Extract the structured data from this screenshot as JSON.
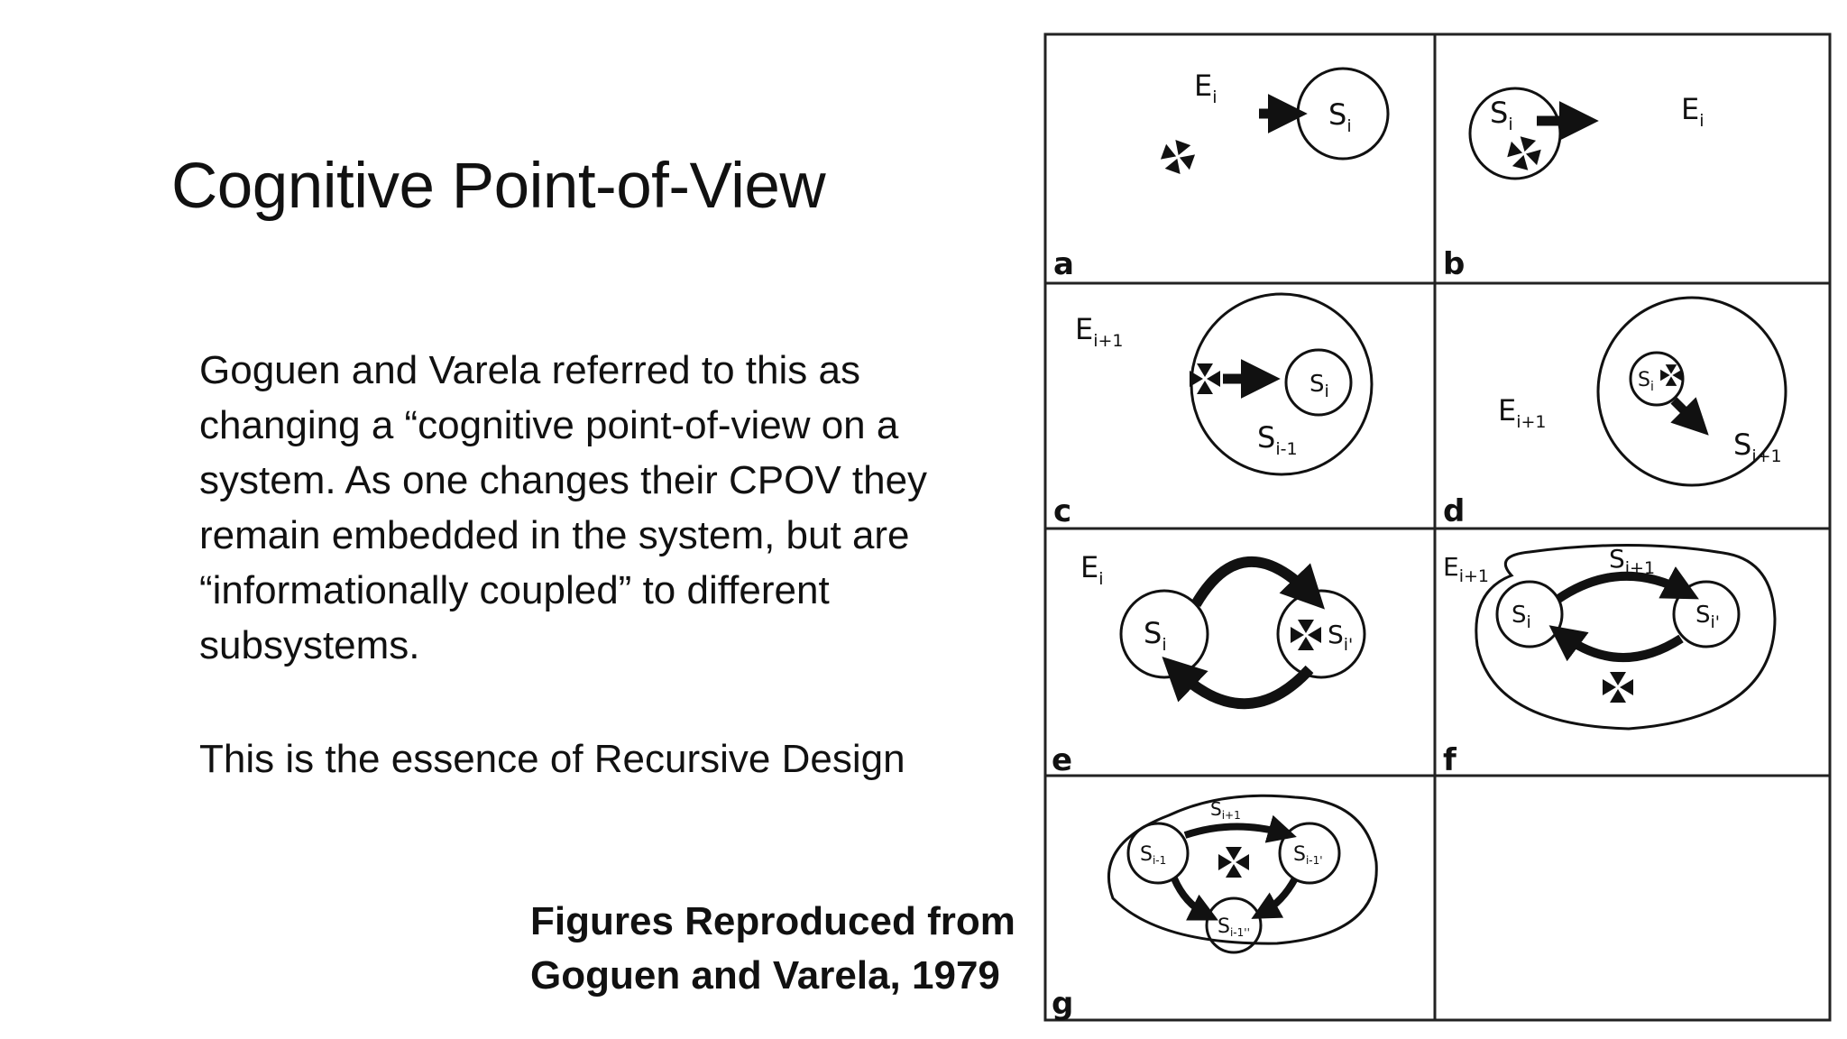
{
  "slide": {
    "title": "Cognitive Point-of-View",
    "body": "Goguen and Varela referred to this as changing a “cognitive point-of-view on a system. As one changes their CPOV they remain embedded in the system, but are “informationally coupled” to different subsystems.",
    "essence": "This is the essence of Recursive Design",
    "caption_line1": "Figures Reproduced from",
    "caption_line2": "Goguen and Varela, 1979"
  },
  "figure": {
    "panels": [
      {
        "letter": "a",
        "labels": {
          "env": "E",
          "env_sub": "i",
          "sys": "S",
          "sys_sub": "i"
        }
      },
      {
        "letter": "b",
        "labels": {
          "env": "E",
          "env_sub": "i",
          "sys": "S",
          "sys_sub": "i"
        }
      },
      {
        "letter": "c",
        "labels": {
          "env": "E",
          "env_sub": "i+1",
          "sys": "S",
          "sys_sub": "i",
          "outer": "S",
          "outer_sub": "i-1"
        }
      },
      {
        "letter": "d",
        "labels": {
          "env": "E",
          "env_sub": "i+1",
          "sys": "S",
          "sys_sub": "i",
          "outer": "S",
          "outer_sub": "i+1"
        }
      },
      {
        "letter": "e",
        "labels": {
          "env": "E",
          "env_sub": "i",
          "left": "S",
          "left_sub": "i",
          "right": "S",
          "right_sub": "i'"
        }
      },
      {
        "letter": "f",
        "labels": {
          "env": "E",
          "env_sub": "i+1",
          "top": "S",
          "top_sub": "i+1",
          "left": "S",
          "left_sub": "i",
          "right": "S",
          "right_sub": "i'"
        }
      },
      {
        "letter": "g",
        "labels": {
          "top": "S",
          "top_sub": "i+1",
          "left": "S",
          "left_sub": "i-1",
          "right": "S",
          "right_sub": "i-1'",
          "bottom": "S",
          "bottom_sub": "i-1''"
        }
      }
    ]
  }
}
